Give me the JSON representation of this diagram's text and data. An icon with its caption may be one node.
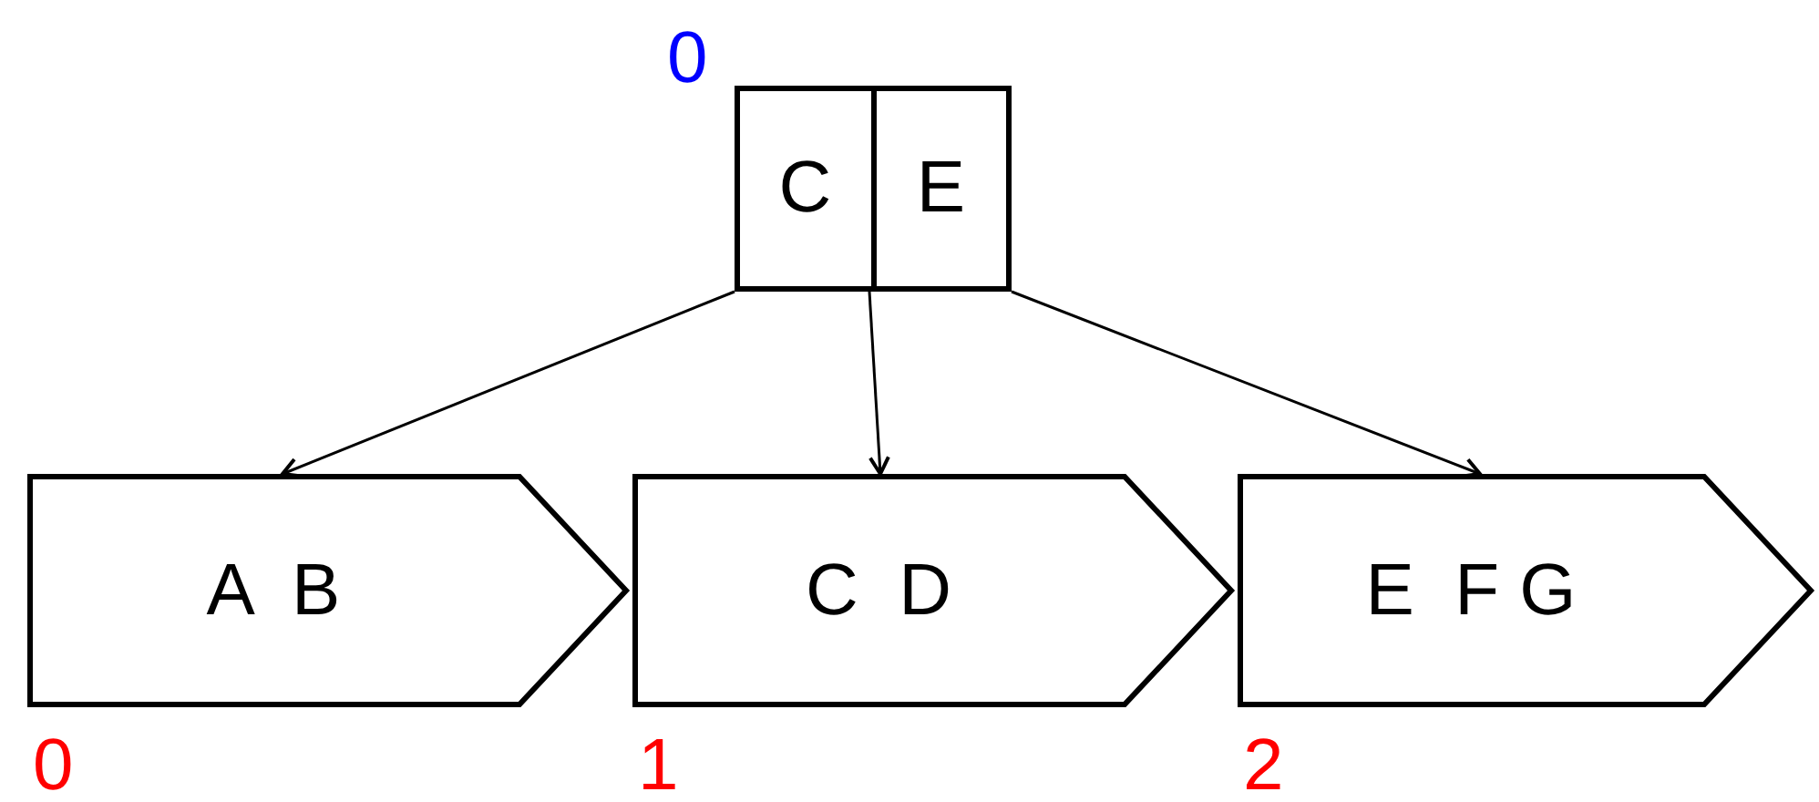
{
  "diagram": {
    "nodes": [
      {
        "text": [
          "C",
          "E"
        ],
        "beside": [
          "0"
        ]
      },
      {
        "text": [
          "A  B"
        ],
        "beside": [
          "0"
        ]
      },
      {
        "text": [
          "C  D"
        ],
        "beside": [
          "1"
        ]
      },
      {
        "text": [
          "E  F G"
        ],
        "beside": [
          "2"
        ]
      }
    ],
    "edges": [
      {
        "from": 0,
        "to": 1,
        "arrow": "to"
      },
      {
        "from": 0,
        "to": 2,
        "arrow": "to"
      },
      {
        "from": 0,
        "to": 3,
        "arrow": "to"
      }
    ]
  }
}
